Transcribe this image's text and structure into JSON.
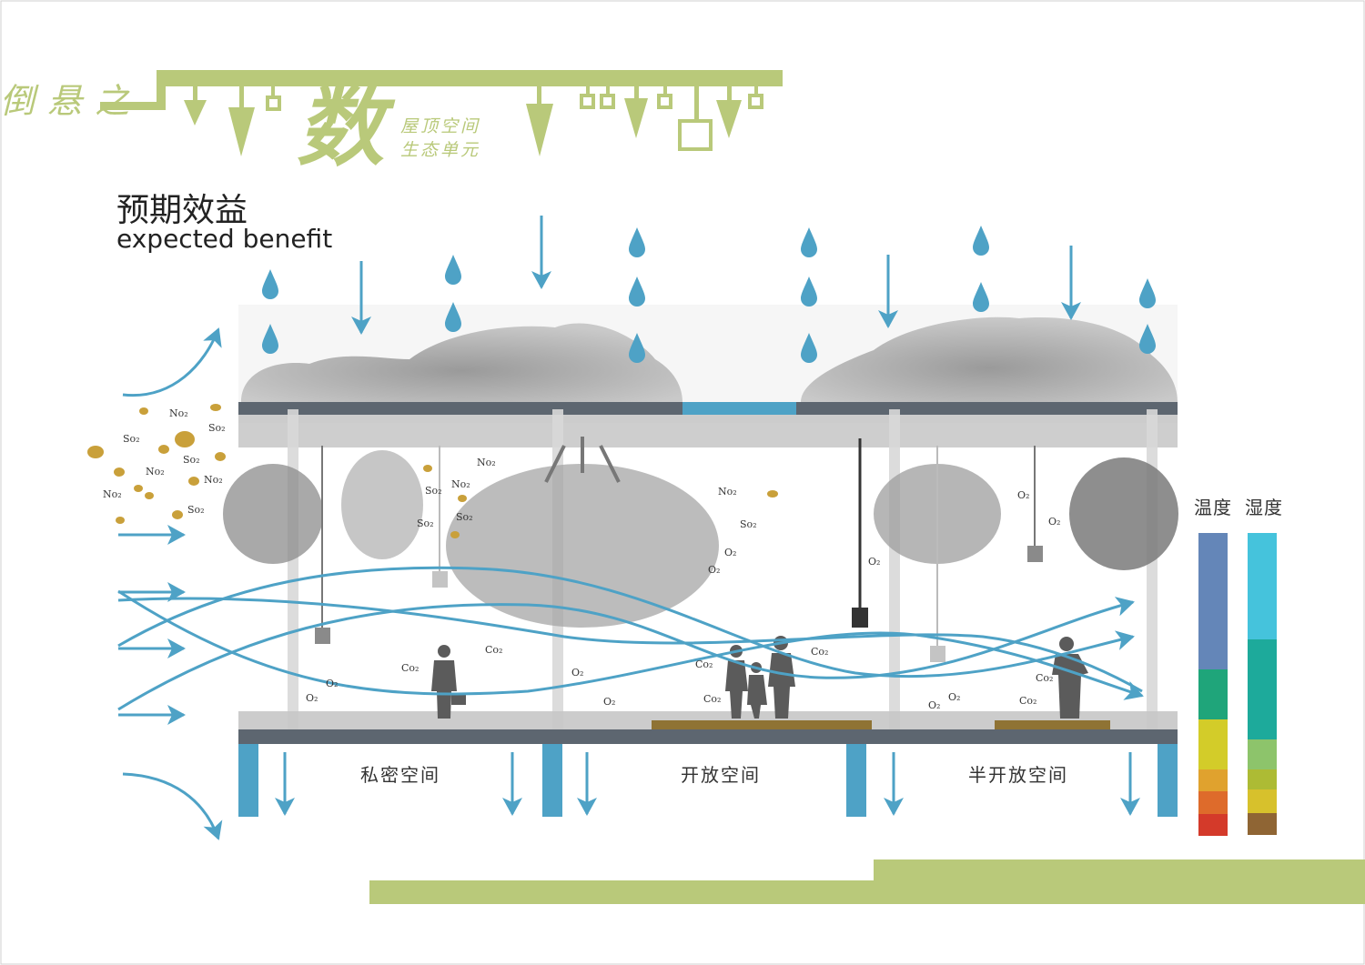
{
  "header": {
    "title": "倒悬之",
    "glyph": "数",
    "subtitle_line1": "屋顶空间",
    "subtitle_line2": "生态单元"
  },
  "heading": {
    "cn": "预期效益",
    "en": "expected benefit"
  },
  "spaces": {
    "private": "私密空间",
    "open": "开放空间",
    "semi_open": "半开放空间"
  },
  "legend": {
    "temperature": "温度",
    "humidity": "湿度",
    "temperature_colors": [
      "#6486b8",
      "#1fa57a",
      "#d3cc29",
      "#e0a22e",
      "#de6b2b",
      "#d43a2a"
    ],
    "humidity_colors": [
      "#45c3dc",
      "#1daa9b",
      "#8dc46b",
      "#adbb34",
      "#d7c12c",
      "#8f6534"
    ]
  },
  "pollutant_labels": [
    "No₂",
    "So₂"
  ],
  "gas_labels": [
    "O₂",
    "Co₂"
  ],
  "colors": {
    "accent_green": "#b9c97a",
    "water_blue": "#4ea2c6",
    "slab_gray": "#5d6670",
    "dust": "#c9a03a"
  }
}
